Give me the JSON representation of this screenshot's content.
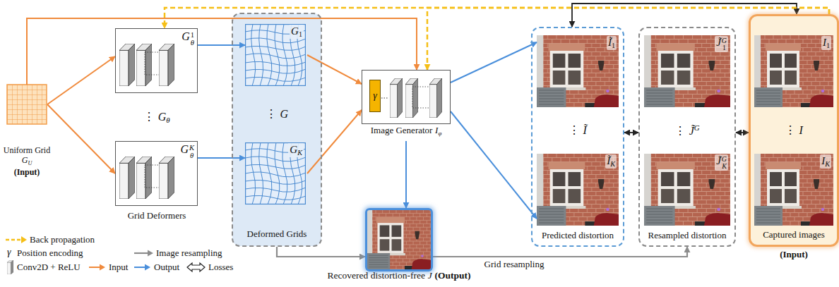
{
  "diagram": {
    "nodes": [
      {
        "text": [
          "Uniform Grid",
          "G",
          "U",
          "(Input)"
        ]
      },
      {
        "text": [
          "G",
          "θ",
          "1"
        ]
      },
      {
        "text": [
          "G",
          "θ",
          "K"
        ]
      },
      {
        "text": [
          "⋮",
          "G",
          "Deformed Grids"
        ]
      },
      {
        "text": [
          "G",
          "1"
        ],
        "in": 3
      },
      {
        "text": [
          "G",
          "K"
        ],
        "in": 3
      },
      {
        "text": [
          "Image Generator",
          "I",
          "φ"
        ]
      },
      {
        "text": [
          "γ"
        ],
        "in": 6
      },
      {
        "text": [
          "Recovered distortion-free",
          "J",
          "(Output)"
        ]
      },
      {
        "text": [
          "⋮",
          "Ĩ",
          "Predicted distortion"
        ]
      },
      {
        "text": [
          "Ĩ",
          "1"
        ],
        "in": 9
      },
      {
        "text": [
          "Ĩ",
          "K"
        ],
        "in": 9
      },
      {
        "text": [
          "⋮",
          "J̃",
          "G",
          "Resampled distortion"
        ]
      },
      {
        "text": [
          "J̃",
          "1",
          "G"
        ],
        "in": 12
      },
      {
        "text": [
          "J̃",
          "K",
          "G"
        ],
        "in": 12
      },
      {
        "text": [
          "⋮",
          "I",
          "Captured images",
          "(Input)"
        ]
      },
      {
        "text": [
          "I",
          "1"
        ],
        "in": 15
      },
      {
        "text": [
          "I",
          "K"
        ],
        "in": 15
      }
    ],
    "edges": [
      {
        "from": 0,
        "to": 1,
        "arrow": "to"
      },
      {
        "from": 0,
        "to": 2,
        "arrow": "to"
      },
      {
        "from": 0,
        "to": 6,
        "arrow": "to"
      },
      {
        "from": 1,
        "to": 4,
        "arrow": "to"
      },
      {
        "from": 2,
        "to": 5,
        "arrow": "to"
      },
      {
        "from": 4,
        "to": 6,
        "arrow": "to"
      },
      {
        "from": 5,
        "to": 6,
        "arrow": "to"
      },
      {
        "from": 6,
        "to": 8,
        "arrow": "to"
      },
      {
        "from": 6,
        "to": 10,
        "arrow": "to"
      },
      {
        "from": 6,
        "to": 11,
        "arrow": "to"
      },
      {
        "from": 3,
        "to": 8,
        "arrow": "to"
      },
      {
        "from": 8,
        "to": 12,
        "arrow": "to",
        "label": "Grid resampling"
      },
      {
        "from": 9,
        "to": 12,
        "arrow": "both"
      },
      {
        "from": 12,
        "to": 15,
        "arrow": "both"
      },
      {
        "from": 9,
        "to": 15,
        "arrow": "both"
      },
      {
        "from": 15,
        "to": 1,
        "arrow": "to"
      },
      {
        "from": 15,
        "to": 6,
        "arrow": "to"
      }
    ],
    "labels": [
      "⋮",
      "G",
      "θ",
      "Grid Deformers",
      "γ"
    ],
    "legend": [
      {
        "text": "Back propagation"
      },
      {
        "text": "Position encoding"
      },
      {
        "text": "Image resampling"
      },
      {
        "text": "Conv2D + ReLU"
      },
      {
        "text": "Input"
      },
      {
        "text": "Output"
      },
      {
        "text": "Losses"
      }
    ]
  }
}
